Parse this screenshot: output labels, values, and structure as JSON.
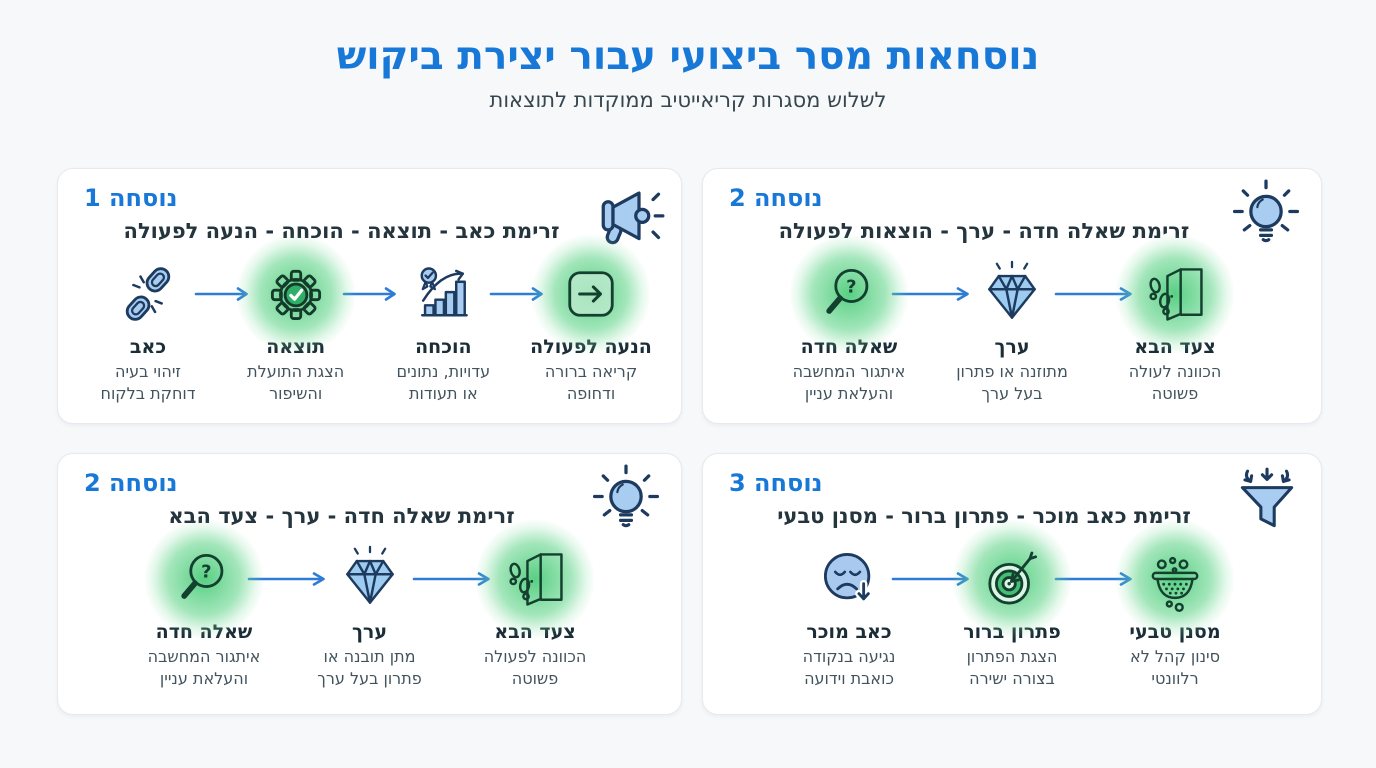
{
  "page": {
    "title": "נוסחאות מסר ביצועי עבור יצירת ביקוש",
    "subtitle": "לשלוש מסגרות קריאייטיב ממוקדות לתוצאות"
  },
  "colors": {
    "accent_blue": "#1878d8",
    "arrow_blue": "#2e7cd6",
    "glow_green": "#50cd7d",
    "icon_navy": "#1d3a5f",
    "icon_light_blue": "#a9cdf0",
    "icon_dark_green": "#14402f",
    "icon_mid_green": "#2fae66",
    "page_bg": "#f6f8fa",
    "card_bg": "#ffffff",
    "text_dark": "#25353e",
    "text_gray": "#42535d"
  },
  "cards": [
    {
      "label": "נוסחה 1",
      "header_icon": "megaphone-icon",
      "flow_title": "זרימת כאב - תוצאה - הוכחה - הנעה לפעולה",
      "steps": [
        {
          "icon": "broken-chain-icon",
          "glow": false,
          "title": "כאב",
          "desc": [
            "זיהוי בעיה",
            "דוחקת בלקוח"
          ]
        },
        {
          "icon": "gear-check-icon",
          "glow": true,
          "title": "תוצאה",
          "desc": [
            "הצגת התועלת",
            "והשיפור"
          ]
        },
        {
          "icon": "award-chart-icon",
          "glow": false,
          "title": "הוכחה",
          "desc": [
            "עדויות, נתונים",
            "או תעודות"
          ]
        },
        {
          "icon": "cta-button-icon",
          "glow": true,
          "title": "הנעה לפעולה",
          "desc": [
            "קריאה ברורה",
            "ודחופה"
          ]
        }
      ]
    },
    {
      "label": "נוסחה 2",
      "header_icon": "lightbulb-icon",
      "flow_title": "זרימת שאלה חדה - ערך - הוצאות לפעולה",
      "steps": [
        {
          "icon": "magnifier-question-icon",
          "glow": true,
          "title": "שאלה חדה",
          "desc": [
            "איתגור המחשבה",
            "והעלאת עניין"
          ]
        },
        {
          "icon": "diamond-icon",
          "glow": false,
          "title": "ערך",
          "desc": [
            "מתוזנה או פתרון",
            "בעל ערך"
          ]
        },
        {
          "icon": "footsteps-door-icon",
          "glow": true,
          "title": "צעד הבא",
          "desc": [
            "הכוונה לעולה",
            "פשוטה"
          ]
        }
      ]
    },
    {
      "label": "נוסחה 2",
      "header_icon": "lightbulb-icon",
      "flow_title": "זרימת שאלה חדה - ערך - צעד הבא",
      "steps": [
        {
          "icon": "magnifier-question-icon",
          "glow": true,
          "title": "שאלה חדה",
          "desc": [
            "איתגור המחשבה",
            "והעלאת עניין"
          ]
        },
        {
          "icon": "diamond-icon",
          "glow": false,
          "title": "ערך",
          "desc": [
            "מתן תובנה או",
            "פתרון בעל ערך"
          ]
        },
        {
          "icon": "footsteps-door-icon",
          "glow": true,
          "title": "צעד הבא",
          "desc": [
            "הכוונה לפעולה",
            "פשוטה"
          ]
        }
      ]
    },
    {
      "label": "נוסחה 3",
      "header_icon": "funnel-icon",
      "flow_title": "זרימת כאב מוכר - פתרון ברור - מסנן טבעי",
      "steps": [
        {
          "icon": "sad-face-icon",
          "glow": false,
          "title": "כאב מוכר",
          "desc": [
            "נגיעה בנקודה",
            "כואבת וידועה"
          ]
        },
        {
          "icon": "target-dart-icon",
          "glow": true,
          "title": "פתרון ברור",
          "desc": [
            "הצגת הפתרון",
            "בצורה ישירה"
          ]
        },
        {
          "icon": "colander-icon",
          "glow": true,
          "title": "מסנן טבעי",
          "desc": [
            "סינון קהל לא",
            "רלוונטי"
          ]
        }
      ]
    }
  ]
}
